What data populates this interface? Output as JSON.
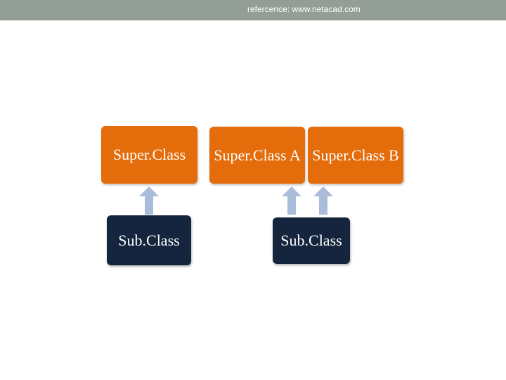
{
  "header": {
    "reference_text": "refercence: www.netacad.com"
  },
  "diagram": {
    "single_inheritance": {
      "superclass_label": "Super.Class",
      "subclass_label": "Sub.Class"
    },
    "multiple_inheritance": {
      "superclass_a_label": "Super.Class A",
      "superclass_b_label": "Super.Class B",
      "subclass_label": "Sub.Class"
    }
  },
  "colors": {
    "superclass_fill": "#e46c0a",
    "subclass_fill": "#14253d",
    "arrow_fill": "#a9bcd9",
    "header_bar": "#929e96"
  }
}
